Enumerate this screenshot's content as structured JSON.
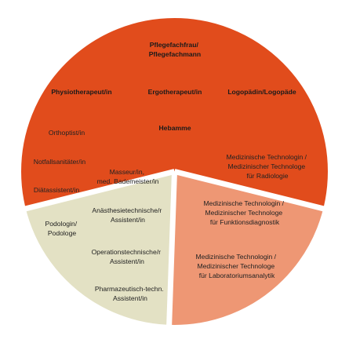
{
  "colors": {
    "top_sector": "#e14c1c",
    "left_sector": "#e3e1c4",
    "right_sector": "#ee9774",
    "divider": "#ffffff",
    "text": "#222222"
  },
  "sectors": {
    "top": {
      "labels": {
        "pflege": [
          "Pflegefachfrau/",
          "Pflegefachmann"
        ],
        "physio": [
          "Physiotherapeut/in"
        ],
        "ergo": [
          "Ergotherapeut/in"
        ],
        "logo": [
          "Logopädin/Logopäde"
        ],
        "hebamme": [
          "Hebamme"
        ]
      }
    },
    "left": {
      "labels": {
        "orthoptist": [
          "Orthoptist/in"
        ],
        "notfall": [
          "Notfallsanitäter/in"
        ],
        "masseur": [
          "Masseur/in,",
          "med. Bademeister/in"
        ],
        "diaet": [
          "Diätassistent/in"
        ],
        "anaesth": [
          "Anästhesietechnische/r",
          "Assistent/in"
        ],
        "podologe": [
          "Podologin/",
          "Podologe"
        ],
        "op": [
          "Operationstechnische/r",
          "Assistent/in"
        ],
        "pharma": [
          "Pharmazeutisch-techn.",
          "Assistent/in"
        ]
      }
    },
    "right": {
      "labels": {
        "radiologie": [
          "Medizinische Technologin /",
          "Medizinischer Technologe",
          "für Radiologie"
        ],
        "funktion": [
          "Medizinische Technologin /",
          "Medizinischer Technologe",
          "für Funktionsdiagnostik"
        ],
        "labor": [
          "Medizinische Technologin /",
          "Medizinischer Technologe",
          "für Laboratoriumsanalytik"
        ]
      }
    }
  }
}
